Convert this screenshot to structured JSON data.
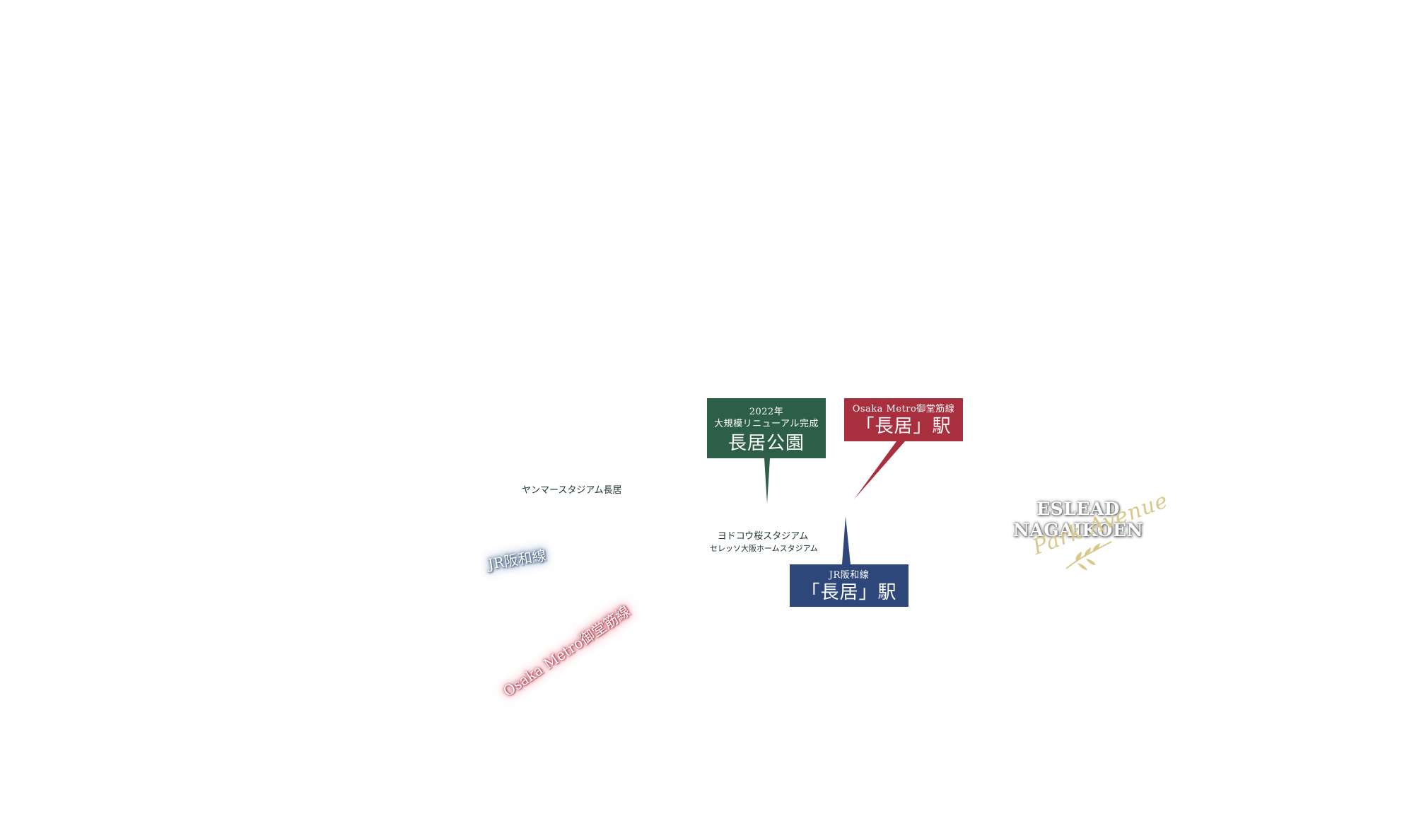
{
  "callouts": {
    "park": {
      "sub1": "2022年",
      "sub2": "大規模リニューアル完成",
      "main": "長居公園"
    },
    "metro_station": {
      "sub": "Osaka Metro御堂筋線",
      "main": "「長居」駅"
    },
    "jr_station": {
      "sub": "JR阪和線",
      "main": "「長居」駅"
    }
  },
  "places": {
    "yanmar": "ヤンマースタジアム長居",
    "yodoko": "ヨドコウ桜スタジアム",
    "yodoko_sub": "セレッソ大阪ホームスタジアム"
  },
  "rail_lines": {
    "jr": "JR阪和線",
    "metro": "Osaka Metro御堂筋線"
  },
  "logo": {
    "line1": "ESLEAD",
    "line2": "NAGAIKOEN",
    "script": "Park Avenue"
  },
  "colors": {
    "park_green": "#2d5e47",
    "metro_red": "#a82f3e",
    "jr_navy": "#2e477a",
    "logo_gold": "#d8c98a"
  }
}
